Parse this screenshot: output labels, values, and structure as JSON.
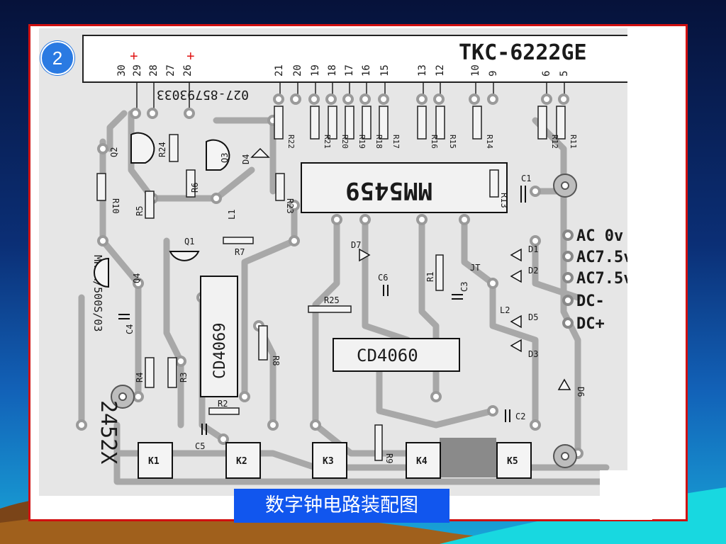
{
  "slide": {
    "number": "2",
    "caption": "数字钟电路装配图"
  },
  "board": {
    "model": "TKC-6222GE",
    "top_pins": [
      "30",
      "29",
      "28",
      "27",
      "26",
      "21",
      "20",
      "19",
      "18",
      "17",
      "16",
      "15",
      "13",
      "12",
      "10",
      "9",
      "6",
      "5"
    ],
    "plus_marks": [
      "+",
      "+"
    ],
    "resistor_labels_top": [
      "R22",
      "R21",
      "R20",
      "R19",
      "R18",
      "R17",
      "R16",
      "R15",
      "R14",
      "R12",
      "R11"
    ],
    "ic_main": "MM5459",
    "ic_divider": "CD4060",
    "ic_inverter": "CD4069",
    "phone_text": "027-85793033",
    "side_text": "MHWA/500S/03",
    "bottom_text": "2452X",
    "power_labels": [
      "AC 0v",
      "AC7.5v",
      "AC7.5v",
      "DC-",
      "DC+"
    ],
    "components": {
      "transistors": [
        "Q2",
        "Q3",
        "Q1",
        "Q4"
      ],
      "resistors": [
        "R10",
        "R24",
        "R5",
        "R6",
        "R23",
        "R13",
        "R7",
        "R25",
        "R1",
        "R8",
        "R4",
        "R3",
        "R2",
        "R9"
      ],
      "diodes": [
        "D4",
        "D7",
        "D1",
        "D2",
        "D5",
        "D3",
        "D6"
      ],
      "capacitors": [
        "C1",
        "C6",
        "C3",
        "C4",
        "C5",
        "C2"
      ],
      "misc": [
        "L1",
        "L2",
        "JT"
      ],
      "keys": [
        "K1",
        "K2",
        "K3",
        "K4",
        "K5"
      ]
    }
  }
}
